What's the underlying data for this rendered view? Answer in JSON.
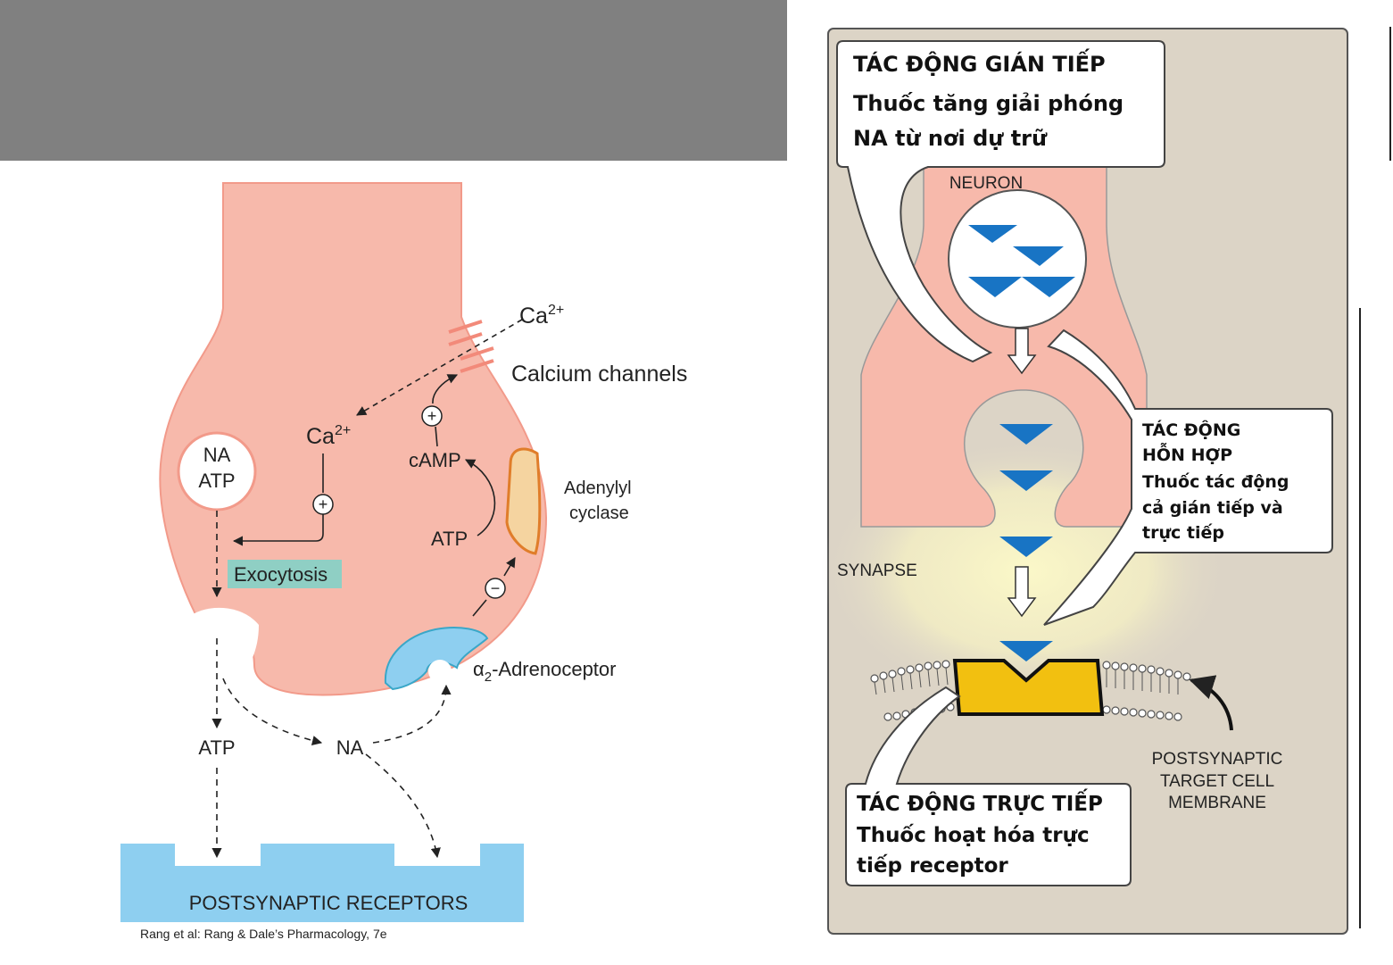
{
  "left_diagram": {
    "ca_outside": "Ca",
    "ca_outside_sup": "2+",
    "calcium_channels": "Calcium channels",
    "ca_inside": "Ca",
    "ca_inside_sup": "2+",
    "vesicle_na": "NA",
    "vesicle_atp": "ATP",
    "plus_symbol": "+",
    "minus_symbol": "−",
    "camp": "cAMP",
    "atp_inside": "ATP",
    "adenylyl_line1": "Adenylyl",
    "adenylyl_line2": "cyclase",
    "exocytosis": "Exocytosis",
    "alpha_symbol": "α",
    "alpha_sub": "2",
    "adrenoceptor": "-Adrenoceptor",
    "atp_released": "ATP",
    "na_released": "NA",
    "postsynaptic_receptors": "POSTSYNAPTIC RECEPTORS",
    "citation": "Rang et al: Rang & Dale’s Pharmacology, 7e"
  },
  "right_diagram": {
    "indirect_title": "TÁC ĐỘNG GIÁN TIẾP",
    "indirect_line1": "Thuốc tăng giải phóng",
    "indirect_line2": "NA từ nơi dự trữ",
    "neuron": "NEURON",
    "mixed_line1": "TÁC ĐỘNG",
    "mixed_line2": "HỖN HỢP",
    "mixed_line3": "Thuốc tác động",
    "mixed_line4": "cả gián tiếp và",
    "mixed_line5": "trực tiếp",
    "synapse": "SYNAPSE",
    "postsynaptic_line1": "POSTSYNAPTIC",
    "postsynaptic_line2": "TARGET CELL",
    "postsynaptic_line3": "MEMBRANE",
    "direct_title": "TÁC ĐỘNG TRỰC TIẾP",
    "direct_line1": "Thuốc hoạt hóa trực",
    "direct_line2": "tiếp receptor"
  },
  "colors": {
    "banner_gray": "#808080",
    "neuron_pink": "#f7b9ab",
    "receptor_blue": "#8ecff0",
    "exocytosis_teal": "#8fcfc4",
    "panel_beige": "#dcd4c6",
    "nt_blue": "#1874c4",
    "receptor_yellow": "#f2c010"
  }
}
